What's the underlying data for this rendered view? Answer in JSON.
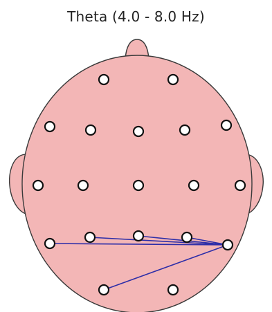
{
  "title": "Theta (4.0 - 8.0 Hz)",
  "colors": {
    "head_fill": "#f3b6b6",
    "head_stroke": "#3a3a3a",
    "electrode_fill": "#ffffff",
    "electrode_stroke": "#111111",
    "connection": "#2e2ea8"
  },
  "electrodes": [
    {
      "id": "e1"
    },
    {
      "id": "e2"
    },
    {
      "id": "e3"
    },
    {
      "id": "e4"
    },
    {
      "id": "e5"
    },
    {
      "id": "e6"
    },
    {
      "id": "e7"
    },
    {
      "id": "e8"
    },
    {
      "id": "e9"
    },
    {
      "id": "e10"
    },
    {
      "id": "e11"
    },
    {
      "id": "e12"
    },
    {
      "id": "e13"
    },
    {
      "id": "e14"
    },
    {
      "id": "e15"
    },
    {
      "id": "e16"
    },
    {
      "id": "e17"
    },
    {
      "id": "e18"
    },
    {
      "id": "e19"
    }
  ],
  "connections": [
    {
      "from": "e17",
      "to": "e13"
    },
    {
      "from": "e17",
      "to": "e14"
    },
    {
      "from": "e17",
      "to": "e15"
    },
    {
      "from": "e17",
      "to": "e16"
    },
    {
      "from": "e17",
      "to": "e18"
    }
  ]
}
